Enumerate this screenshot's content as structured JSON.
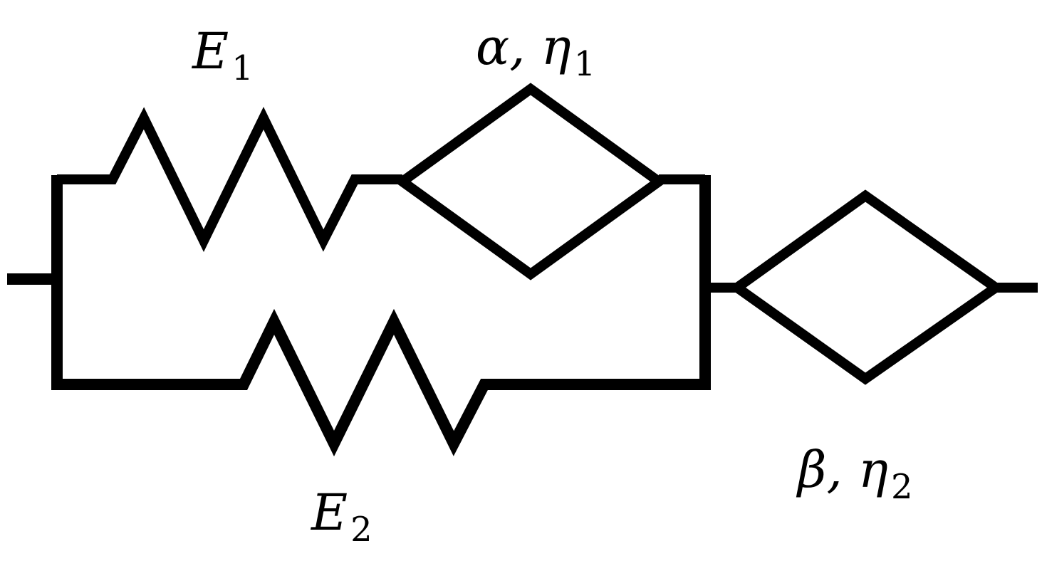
{
  "diagram": {
    "colors": {
      "line": "#000000",
      "background": "#ffffff"
    },
    "labels": {
      "spring_top": {
        "symbol": "E",
        "sub": "1"
      },
      "springpot_top": {
        "prefix": "α, ",
        "symbol": "η",
        "sub": "1"
      },
      "spring_bottom": {
        "symbol": "E",
        "sub": "2"
      },
      "springpot_right": {
        "prefix": "β, ",
        "symbol": "η",
        "sub": "2"
      }
    }
  }
}
